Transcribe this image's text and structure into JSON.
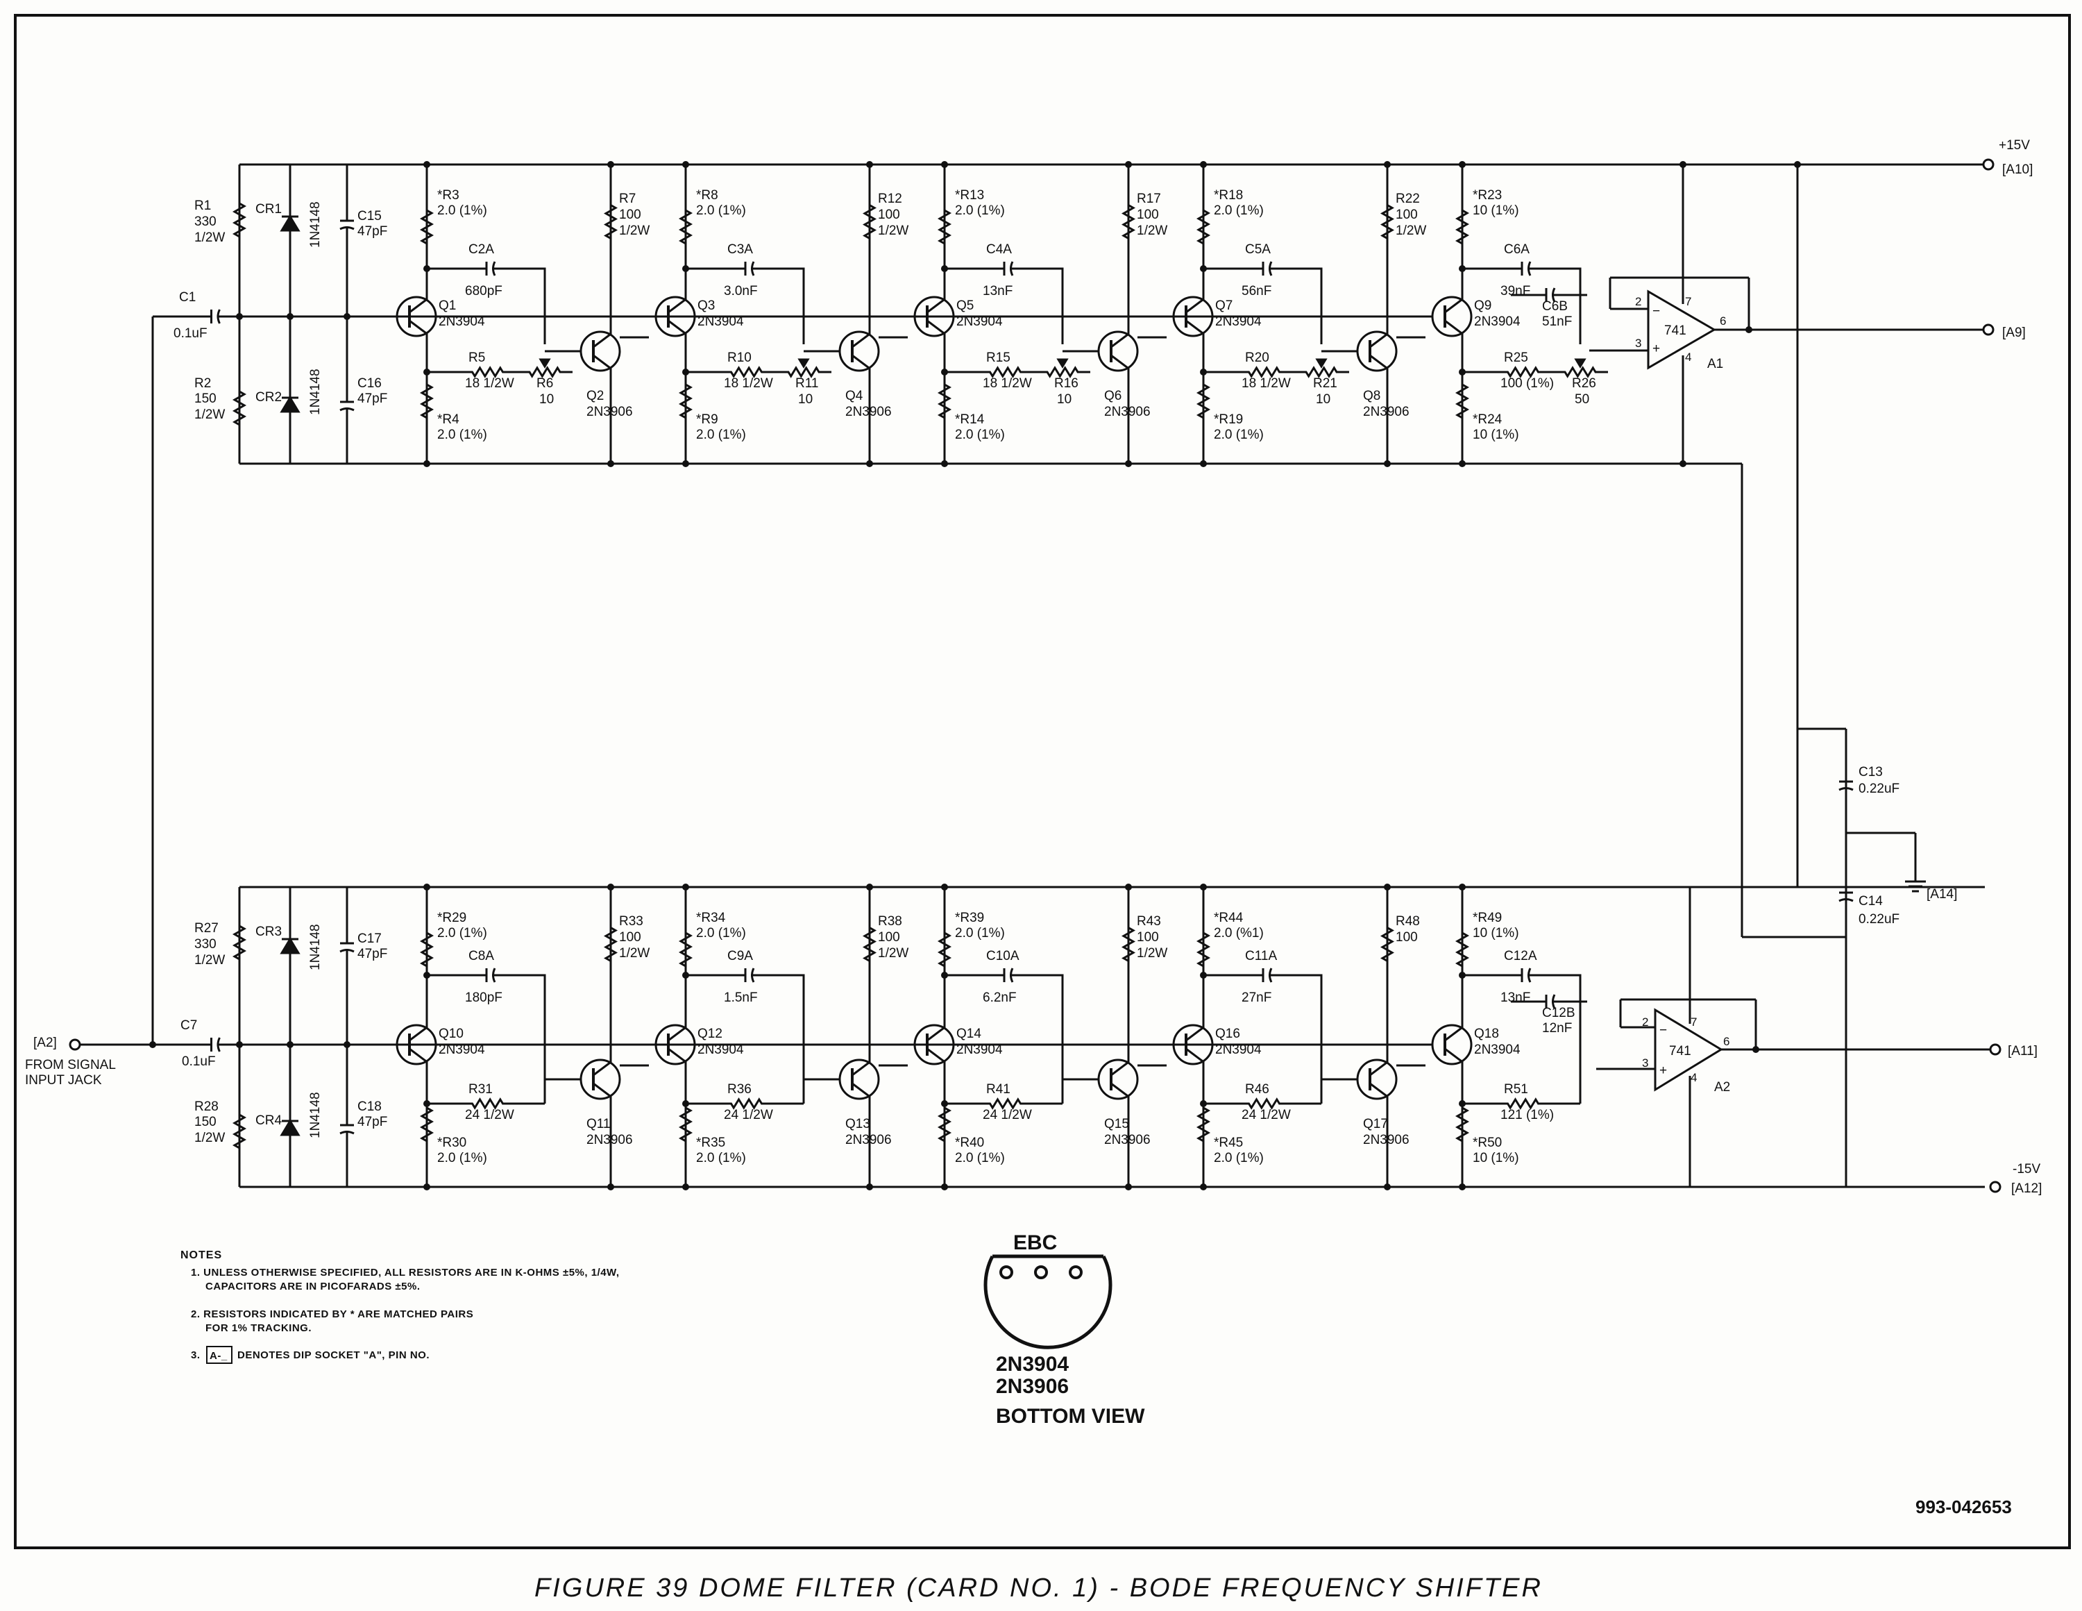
{
  "caption": "FIGURE 39  DOME FILTER (CARD NO. 1) - BODE FREQUENCY SHIFTER",
  "doc_number": "993-042653",
  "connectors": {
    "a10": "[A10]",
    "a9": "[A9]",
    "a11": "[A11]",
    "a12": "[A12]",
    "a14": "[A14]",
    "a2": "[A2]",
    "pos_rail": "+15V",
    "neg_rail": "-15V",
    "input_line1": "FROM SIGNAL",
    "input_line2": "INPUT JACK"
  },
  "input_top": {
    "r1": [
      "R1",
      "330",
      "1/2W"
    ],
    "r2": [
      "R2",
      "150",
      "1/2W"
    ],
    "c1": [
      "C1",
      "0.1uF"
    ],
    "cr1": "CR1",
    "cr2": "CR2",
    "diode": "1N4148",
    "c15": [
      "C15",
      "47pF"
    ],
    "c16": [
      "C16",
      "47pF"
    ]
  },
  "input_bot": {
    "r1": [
      "R27",
      "330",
      "1/2W"
    ],
    "r2": [
      "R28",
      "150",
      "1/2W"
    ],
    "c1": [
      "C7",
      "0.1uF"
    ],
    "cr1": "CR3",
    "cr2": "CR4",
    "diode": "1N4148",
    "c15": [
      "C17",
      "47pF"
    ],
    "c16": [
      "C18",
      "47pF"
    ]
  },
  "stages_top": [
    {
      "rtop": [
        "*R3",
        "2.0 (1%)"
      ],
      "rbot": [
        "*R4",
        "2.0 (1%)"
      ],
      "cap": [
        "C2A",
        "680pF"
      ],
      "npn": [
        "Q1",
        "2N3904"
      ],
      "pnp": [
        "Q2",
        "2N3906"
      ],
      "rser": [
        "R5",
        "18  1/2W"
      ],
      "pot": [
        "R6",
        "10"
      ],
      "rcol": [
        "R7",
        "100",
        "1/2W"
      ]
    },
    {
      "rtop": [
        "*R8",
        "2.0 (1%)"
      ],
      "rbot": [
        "*R9",
        "2.0 (1%)"
      ],
      "cap": [
        "C3A",
        "3.0nF"
      ],
      "npn": [
        "Q3",
        "2N3904"
      ],
      "pnp": [
        "Q4",
        "2N3906"
      ],
      "rser": [
        "R10",
        "18  1/2W"
      ],
      "pot": [
        "R11",
        "10"
      ],
      "rcol": [
        "R12",
        "100",
        "1/2W"
      ]
    },
    {
      "rtop": [
        "*R13",
        "2.0 (1%)"
      ],
      "rbot": [
        "*R14",
        "2.0 (1%)"
      ],
      "cap": [
        "C4A",
        "13nF"
      ],
      "npn": [
        "Q5",
        "2N3904"
      ],
      "pnp": [
        "Q6",
        "2N3906"
      ],
      "rser": [
        "R15",
        "18  1/2W"
      ],
      "pot": [
        "R16",
        "10"
      ],
      "rcol": [
        "R17",
        "100",
        "1/2W"
      ]
    },
    {
      "rtop": [
        "*R18",
        "2.0 (1%)"
      ],
      "rbot": [
        "*R19",
        "2.0 (1%)"
      ],
      "cap": [
        "C5A",
        "56nF"
      ],
      "npn": [
        "Q7",
        "2N3904"
      ],
      "pnp": [
        "Q8",
        "2N3906"
      ],
      "rser": [
        "R20",
        "18  1/2W"
      ],
      "pot": [
        "R21",
        "10"
      ],
      "rcol": [
        "R22",
        "100",
        "1/2W"
      ]
    },
    {
      "rtop": [
        "*R23",
        "10 (1%)"
      ],
      "rbot": [
        "*R24",
        "10 (1%)"
      ],
      "cap": [
        "C6A",
        "39nF"
      ],
      "cap2": [
        "C6B",
        "51nF"
      ],
      "npn": [
        "Q9",
        "2N3904"
      ],
      "rser": [
        "R25",
        "100 (1%)"
      ],
      "pot": [
        "R26",
        "50"
      ]
    }
  ],
  "stages_bot": [
    {
      "rtop": [
        "*R29",
        "2.0 (1%)"
      ],
      "rbot": [
        "*R30",
        "2.0 (1%)"
      ],
      "cap": [
        "C8A",
        "180pF"
      ],
      "npn": [
        "Q10",
        "2N3904"
      ],
      "pnp": [
        "Q11",
        "2N3906"
      ],
      "rser": [
        "R31",
        "24  1/2W"
      ],
      "rcol": [
        "R33",
        "100",
        "1/2W"
      ]
    },
    {
      "rtop": [
        "*R34",
        "2.0 (1%)"
      ],
      "rbot": [
        "*R35",
        "2.0 (1%)"
      ],
      "cap": [
        "C9A",
        "1.5nF"
      ],
      "npn": [
        "Q12",
        "2N3904"
      ],
      "pnp": [
        "Q13",
        "2N3906"
      ],
      "rser": [
        "R36",
        "24  1/2W"
      ],
      "rcol": [
        "R38",
        "100",
        "1/2W"
      ]
    },
    {
      "rtop": [
        "*R39",
        "2.0 (1%)"
      ],
      "rbot": [
        "*R40",
        "2.0 (1%)"
      ],
      "cap": [
        "C10A",
        "6.2nF"
      ],
      "npn": [
        "Q14",
        "2N3904"
      ],
      "pnp": [
        "Q15",
        "2N3906"
      ],
      "rser": [
        "R41",
        "24  1/2W"
      ],
      "rcol": [
        "R43",
        "100",
        "1/2W"
      ]
    },
    {
      "rtop": [
        "*R44",
        "2.0 (%1)"
      ],
      "rbot": [
        "*R45",
        "2.0 (1%)"
      ],
      "cap": [
        "C11A",
        "27nF"
      ],
      "npn": [
        "Q16",
        "2N3904"
      ],
      "pnp": [
        "Q17",
        "2N3906"
      ],
      "rser": [
        "R46",
        "24  1/2W"
      ],
      "rcol": [
        "R48",
        "100"
      ]
    },
    {
      "rtop": [
        "*R49",
        "10 (1%)"
      ],
      "rbot": [
        "*R50",
        "10 (1%)"
      ],
      "cap": [
        "C12A",
        "13nF"
      ],
      "cap2": [
        "C12B",
        "12nF"
      ],
      "npn": [
        "Q18",
        "2N3904"
      ],
      "rser": [
        "R51",
        "121 (1%)"
      ]
    }
  ],
  "opamp_top": {
    "name": "A1",
    "part": "741",
    "pin_inv": "2",
    "pin_noninv": "3",
    "pin_out": "6",
    "pin_vp": "7",
    "pin_vn": "4",
    "sign_inv": "−",
    "sign_noninv": "+"
  },
  "opamp_bot": {
    "name": "A2",
    "part": "741",
    "pin_inv": "2",
    "pin_noninv": "3",
    "pin_out": "6",
    "pin_vp": "7",
    "pin_vn": "4",
    "sign_inv": "−",
    "sign_noninv": "+"
  },
  "bypass": {
    "c13": [
      "C13",
      "0.22uF"
    ],
    "c14": [
      "C14",
      "0.22uF"
    ]
  },
  "notes": {
    "heading": "NOTES",
    "n1a": "1. UNLESS OTHERWISE SPECIFIED, ALL RESISTORS ARE IN K-OHMS ±5%, 1/4W,",
    "n1b": "CAPACITORS ARE IN PICOFARADS ±5%.",
    "n2a": "2. RESISTORS INDICATED BY * ARE MATCHED PAIRS",
    "n2b": "FOR 1% TRACKING.",
    "n3_num": "3.",
    "n3_box": "A-_",
    "n3_text": "DENOTES DIP SOCKET \"A\", PIN NO."
  },
  "pinout": {
    "pins": "EBC",
    "part1": "2N3904",
    "part2": "2N3906",
    "view": "BOTTOM VIEW"
  }
}
